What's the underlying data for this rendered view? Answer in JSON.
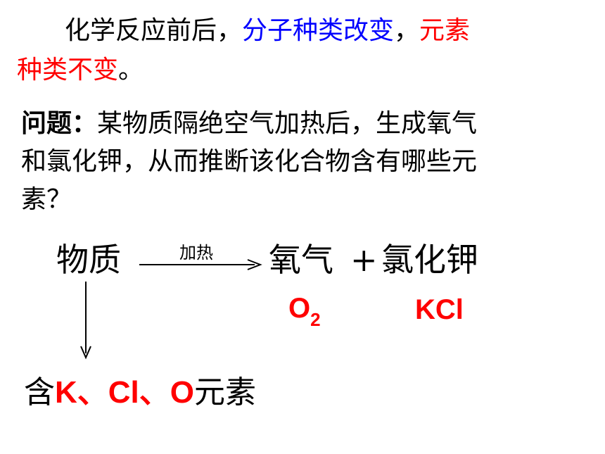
{
  "statement": {
    "prefix": "化学反应前后，",
    "highlight_blue": "分子种类改变",
    "comma": "，",
    "highlight_red_1": "元素",
    "highlight_red_2": "种类不变",
    "suffix": "。"
  },
  "question": {
    "label": "问题：",
    "line1": "某物质隔绝空气加热后，生成氧气",
    "line2": "和氯化钾，从而推断该化合物含有哪些元",
    "line3": "素？"
  },
  "reaction": {
    "reactant": "物质",
    "condition": "加热",
    "product1": "氧气",
    "plus": "+",
    "product2": "氯化钾",
    "formula1_base": "O",
    "formula1_sub": "2",
    "formula2": "KCl"
  },
  "conclusion": {
    "prefix": "含",
    "el1": "K",
    "sep1": "、",
    "el2": "Cl",
    "sep2": "、",
    "el3": "O",
    "suffix": "元素"
  },
  "colors": {
    "blue": "#0000ff",
    "red": "#ff0000",
    "text": "#000000"
  }
}
